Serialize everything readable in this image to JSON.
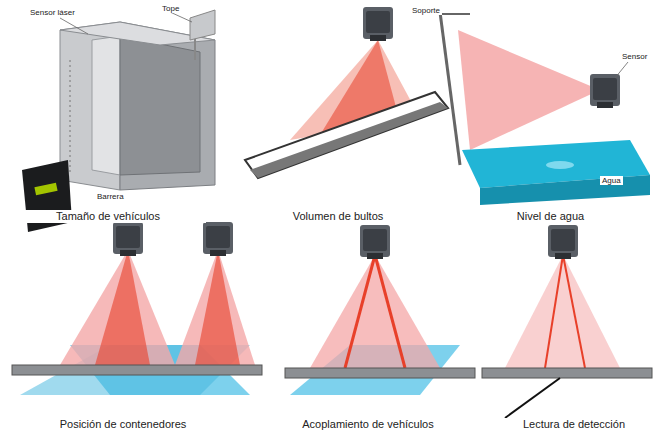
{
  "diagram": {
    "labels": [
      "Tamaño de vehículos",
      "Volumen de bultos",
      "Nivel de agua",
      "Posición de contenedores",
      "Acoplamiento de vehículos",
      "Lectura de detección",
      "Sensor láser",
      "Tope",
      "Barrera",
      "Soporte",
      "Sensor",
      "Agua"
    ]
  }
}
